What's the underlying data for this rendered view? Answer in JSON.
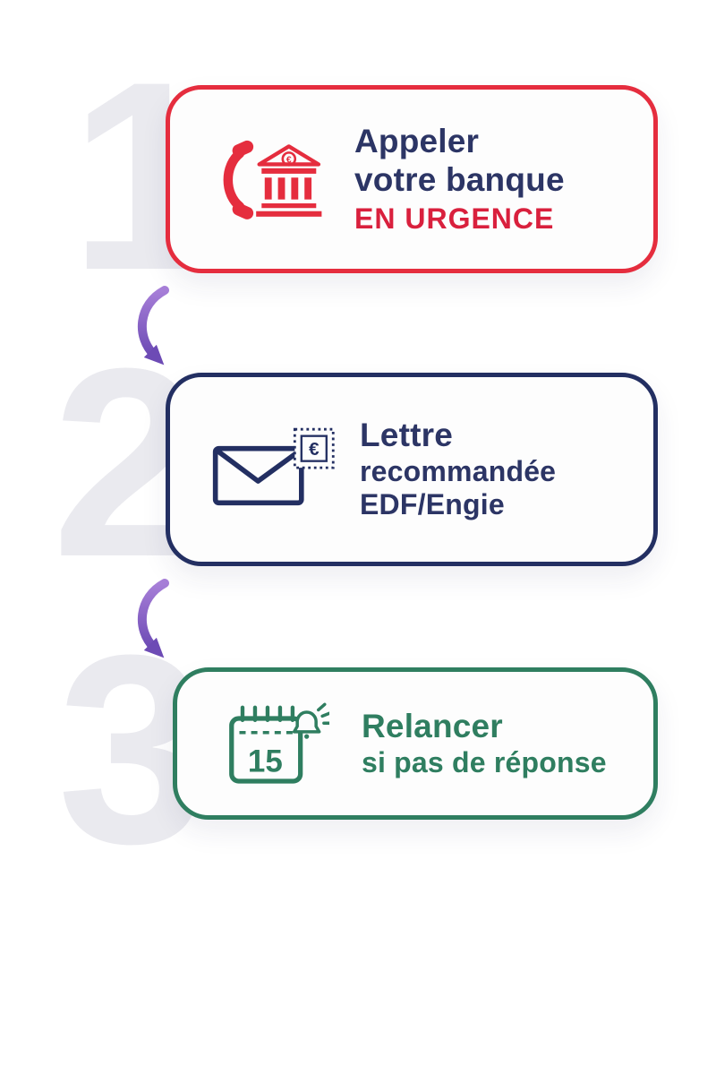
{
  "steps": [
    {
      "number": "1",
      "icon": "phone-bank-euro-icon",
      "border_color": "#e52d3e",
      "text_color": "#2c3565",
      "highlight_color": "#d9203d",
      "title_line1": "Appeler",
      "title_line2": "votre banque",
      "highlight": "EN URGENCE"
    },
    {
      "number": "2",
      "icon": "envelope-stamp-euro-icon",
      "border_color": "#232f62",
      "text_color": "#232f62",
      "title_line1": "Lettre",
      "title_line2": "recommandée",
      "title_line3": "EDF/Engie"
    },
    {
      "number": "3",
      "icon": "calendar-bell-icon",
      "border_color": "#2f7e60",
      "text_color": "#2f7e60",
      "title_line1": "Relancer",
      "title_line2": "si pas de réponse",
      "calendar_day": "15"
    }
  ],
  "glyphs": {
    "euro": "€"
  },
  "arrow": {
    "color_start": "#a77fd8",
    "color_end": "#6d4bb5"
  }
}
